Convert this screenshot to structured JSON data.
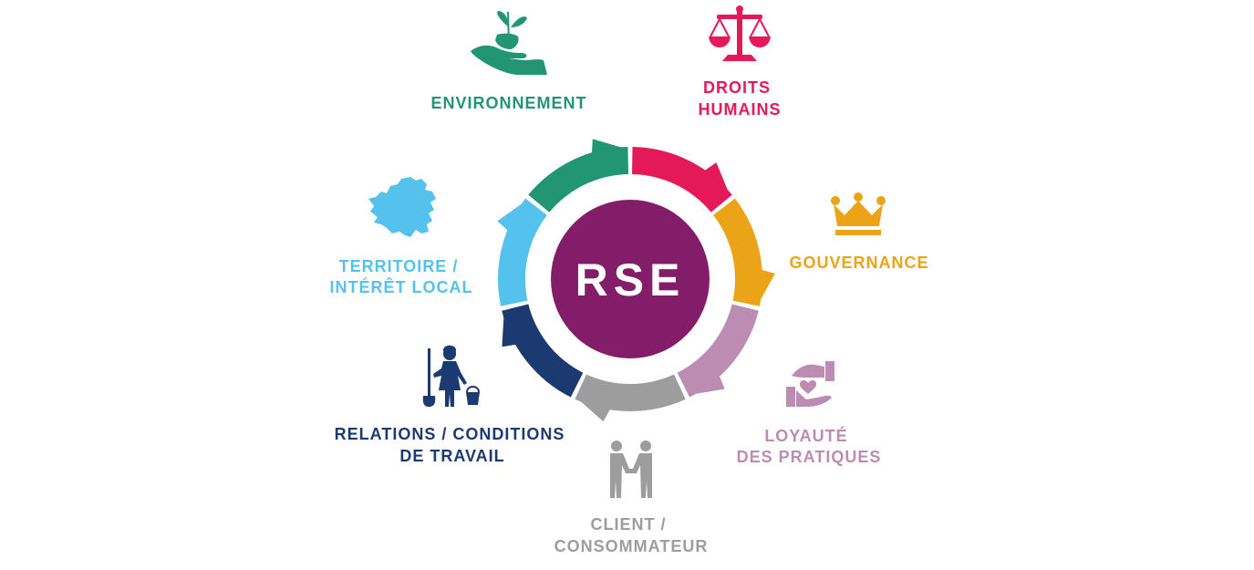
{
  "center": {
    "label": "RSE",
    "color": "#841d69"
  },
  "segments": [
    {
      "id": "environnement",
      "lines": [
        "ENVIRONNEMENT"
      ],
      "color": "#229672",
      "icon": "hand-plant-icon"
    },
    {
      "id": "droits-humains",
      "lines": [
        "DROITS",
        "HUMAINS"
      ],
      "color": "#e3195a",
      "icon": "scales-icon"
    },
    {
      "id": "gouvernance",
      "lines": [
        "GOUVERNANCE"
      ],
      "color": "#eba417",
      "icon": "crown-icon"
    },
    {
      "id": "loyaute",
      "lines": [
        "LOYAUTÉ",
        "DES PRATIQUES"
      ],
      "color": "#bc8cb2",
      "icon": "hands-heart-icon"
    },
    {
      "id": "client",
      "lines": [
        "CLIENT /",
        "CONSOMMATEUR"
      ],
      "color": "#9d9d9d",
      "icon": "handshake-icon"
    },
    {
      "id": "relations",
      "lines": [
        "RELATIONS / CONDITIONS",
        "DE TRAVAIL"
      ],
      "color": "#1b3a72",
      "icon": "cleaner-icon"
    },
    {
      "id": "territoire",
      "lines": [
        "TERRITOIRE /",
        "INTÉRÊT LOCAL"
      ],
      "color": "#55c2ee",
      "icon": "region-map-icon"
    }
  ]
}
